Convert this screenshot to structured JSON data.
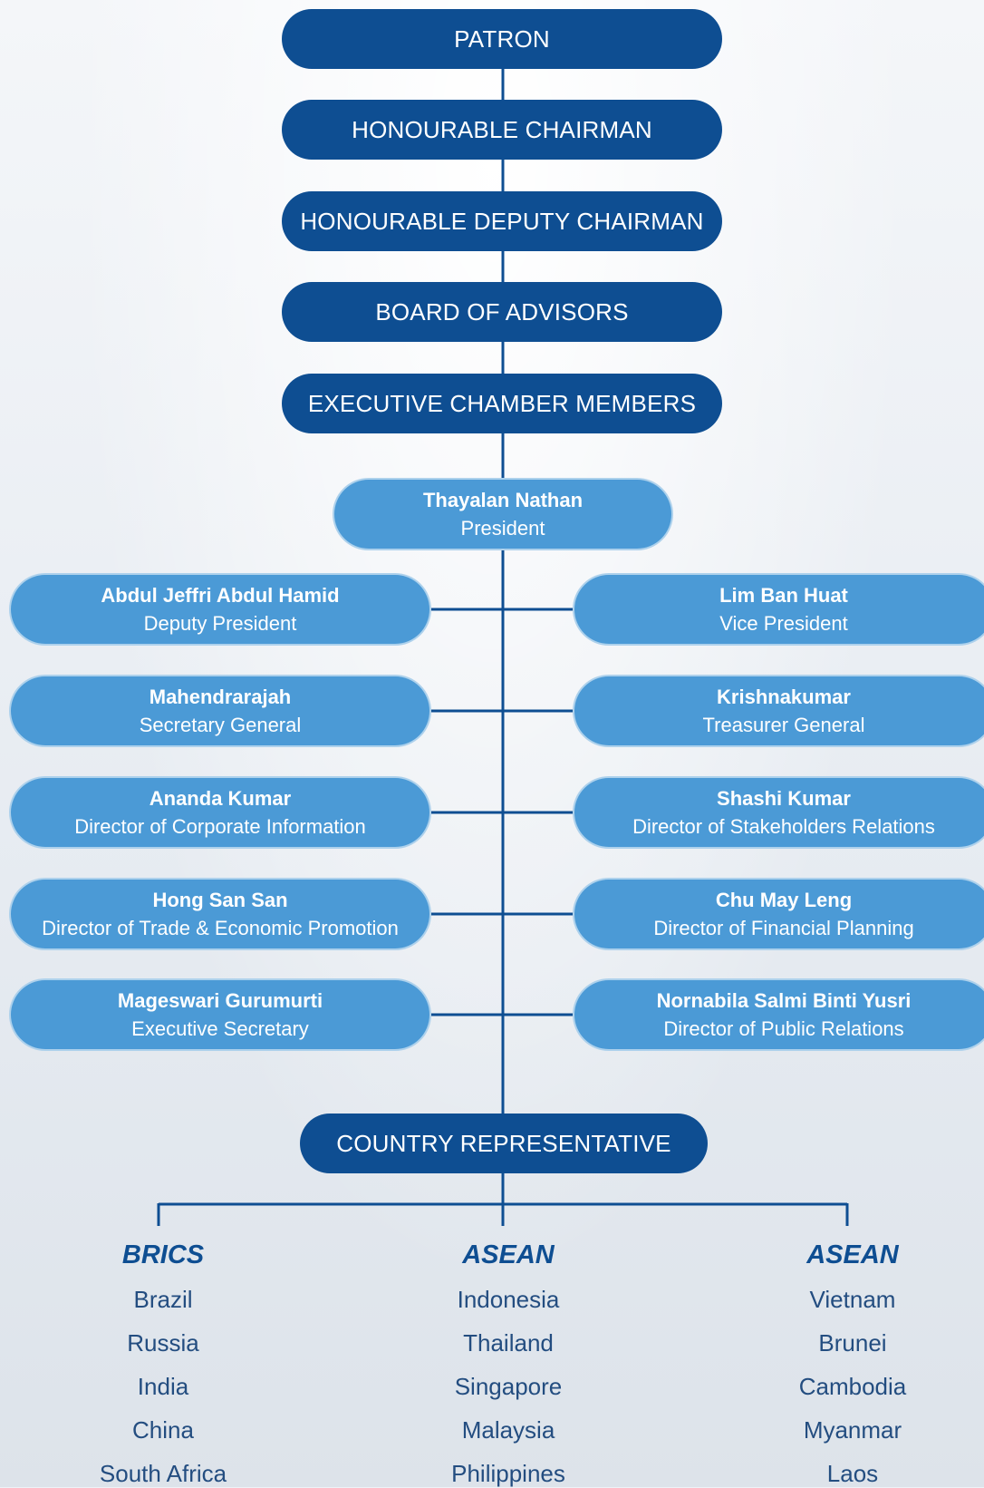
{
  "hierarchy": [
    {
      "key": "patron",
      "label": "PATRON"
    },
    {
      "key": "honourable-chairman",
      "label": "HONOURABLE CHAIRMAN"
    },
    {
      "key": "honourable-deputy-chairman",
      "label": "HONOURABLE DEPUTY CHAIRMAN"
    },
    {
      "key": "board-of-advisors",
      "label": "BOARD OF ADVISORS"
    },
    {
      "key": "executive-chamber-members",
      "label": "EXECUTIVE CHAMBER MEMBERS"
    }
  ],
  "president": {
    "name": "Thayalan Nathan",
    "title": "President"
  },
  "members": {
    "left": [
      {
        "name": "Abdul Jeffri Abdul Hamid",
        "title": "Deputy President"
      },
      {
        "name": "Mahendrarajah",
        "title": "Secretary General"
      },
      {
        "name": "Ananda Kumar",
        "title": "Director of Corporate Information"
      },
      {
        "name": "Hong San San",
        "title": "Director of Trade & Economic Promotion"
      },
      {
        "name": "Mageswari Gurumurti",
        "title": "Executive Secretary"
      }
    ],
    "right": [
      {
        "name": "Lim Ban Huat",
        "title": "Vice President"
      },
      {
        "name": "Krishnakumar",
        "title": "Treasurer General"
      },
      {
        "name": "Shashi Kumar",
        "title": "Director of Stakeholders Relations"
      },
      {
        "name": "Chu May Leng",
        "title": "Director of Financial Planning"
      },
      {
        "name": "Nornabila Salmi Binti Yusri",
        "title": "Director of Public Relations"
      }
    ]
  },
  "country_representative": {
    "label": "COUNTRY REPRESENTATIVE"
  },
  "groups": [
    {
      "title": "BRICS",
      "countries": [
        "Brazil",
        "Russia",
        "India",
        "China",
        "South Africa"
      ]
    },
    {
      "title": "ASEAN",
      "countries": [
        "Indonesia",
        "Thailand",
        "Singapore",
        "Malaysia",
        "Philippines"
      ]
    },
    {
      "title": "ASEAN",
      "countries": [
        "Vietnam",
        "Brunei",
        "Cambodia",
        "Myanmar",
        "Laos"
      ]
    }
  ],
  "colors": {
    "dark_pill": "#0e4e92",
    "light_pill": "#4b9ad6",
    "connector": "#0e4e92"
  }
}
